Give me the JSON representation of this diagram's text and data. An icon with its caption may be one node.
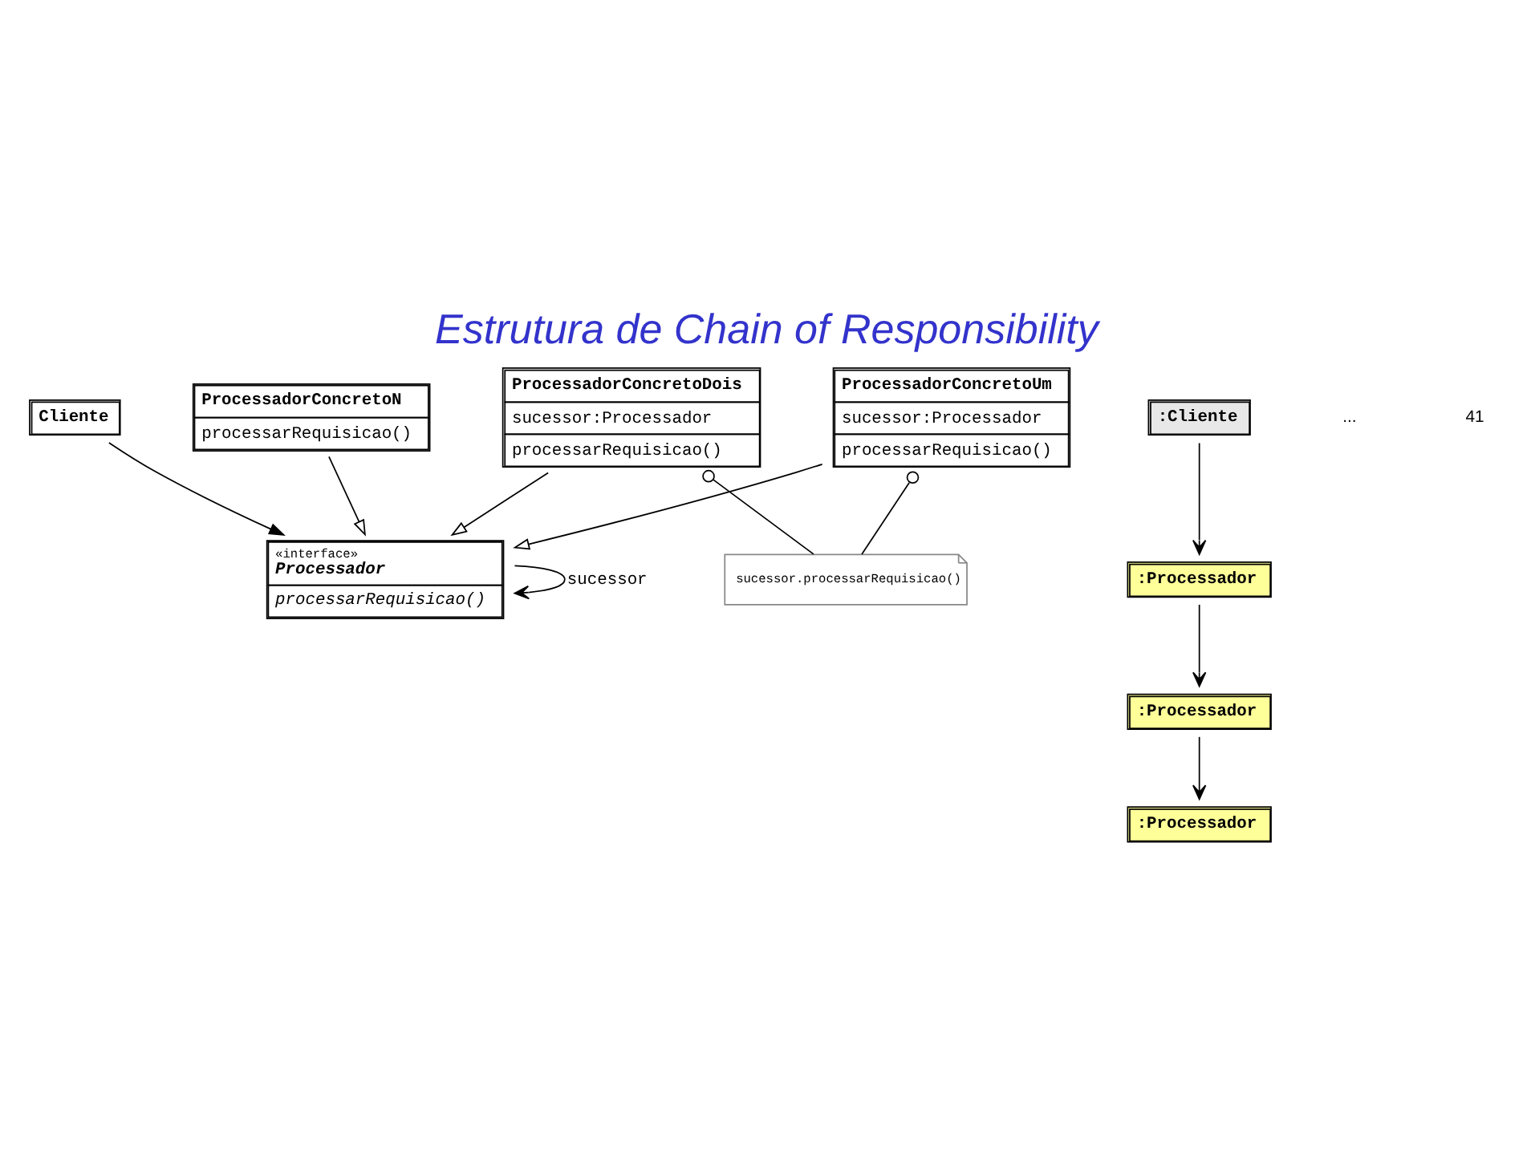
{
  "diagram": {
    "title": "Estrutura de Chain of Responsibility",
    "nodes": [
      {
        "text": [
          "Cliente"
        ]
      },
      {
        "text": [
          "«interface»",
          "Processador",
          "processarRequisicao()"
        ]
      },
      {
        "text": [
          "ProcessadorConcretoUm",
          "sucessor:Processador",
          "processarRequisicao()"
        ]
      },
      {
        "text": [
          "ProcessadorConcretoDois",
          "sucessor:Processador",
          "processarRequisicao()"
        ]
      },
      {
        "text": [
          "ProcessadorConcretoN",
          "processarRequisicao()"
        ]
      },
      {
        "text": [
          "sucessor.processarRequisicao()"
        ]
      },
      {
        "text": [
          ":Cliente"
        ]
      },
      {
        "text": [
          ":Processador"
        ]
      },
      {
        "text": [
          ":Processador"
        ]
      },
      {
        "text": [
          ":Processador"
        ]
      }
    ],
    "edges": [
      {
        "from": 0,
        "to": 1,
        "arrow": "to"
      },
      {
        "from": 1,
        "to": 1,
        "arrow": "to",
        "label": "sucessor"
      },
      {
        "from": 2,
        "to": 1,
        "arrow": "to"
      },
      {
        "from": 3,
        "to": 1,
        "arrow": "to"
      },
      {
        "from": 4,
        "to": 1,
        "arrow": "to"
      },
      {
        "from": 2,
        "to": 5,
        "arrow": "other"
      },
      {
        "from": 3,
        "to": 5,
        "arrow": "other"
      },
      {
        "from": 6,
        "to": 7,
        "arrow": "to"
      },
      {
        "from": 7,
        "to": 8,
        "arrow": "to"
      },
      {
        "from": 8,
        "to": 9,
        "arrow": "to"
      }
    ],
    "labels": [
      "...",
      "41"
    ]
  }
}
